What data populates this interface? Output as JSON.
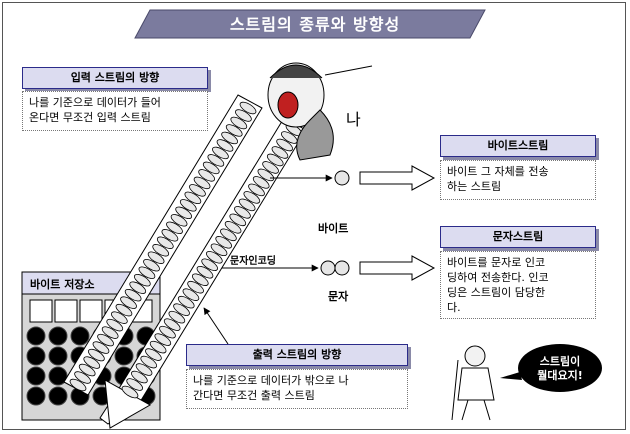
{
  "title": "스트림의 종류와 방향성",
  "me_label": "나",
  "input_stream": {
    "header": "입력 스트림의 방향",
    "lines": [
      "나를 기준으로 데이터가 들어",
      "온다면 무조건 입력 스트림"
    ]
  },
  "output_stream": {
    "header": "출력 스트림의 방향",
    "lines": [
      "나를 기준으로 데이터가 밖으로 나",
      "간다면 무조건 출력 스트림"
    ]
  },
  "byte_stream": {
    "header": "바이트스트림",
    "lines": [
      "바이트 그 자체를 전송",
      "하는 스트림"
    ]
  },
  "char_stream": {
    "header": "문자스트림",
    "lines": [
      "바이트를 문자로 인코",
      "딩하여 전송한다. 인코",
      "딩은 스트림이 담당한",
      "다."
    ]
  },
  "byte_label": "바이트",
  "char_label": "문자",
  "encoding_label": "문자인코딩",
  "storage_label": "바이트 저장소",
  "balloon_lines": [
    "스트림이",
    "뭘대요지!"
  ],
  "colors": {
    "title_bg": "#7b7b9e",
    "header_bg": "#dcdcf0",
    "header_border": "#2b2b8a"
  }
}
